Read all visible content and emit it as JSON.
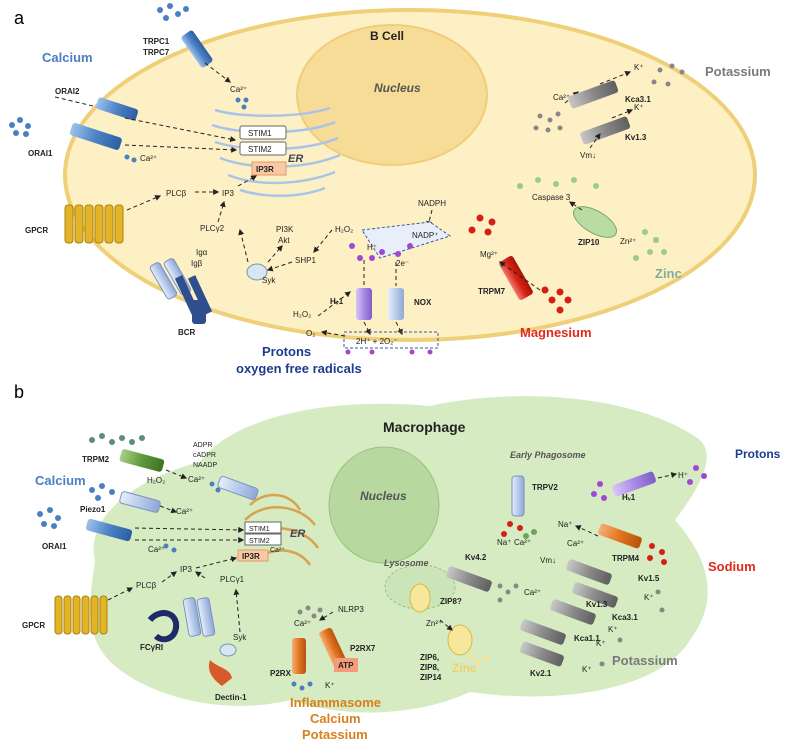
{
  "panel_a": {
    "letter": "a",
    "cell_title": "B Cell",
    "nucleus": "Nucleus",
    "er": "ER",
    "groups": {
      "calcium": "Calcium",
      "potassium": "Potassium",
      "zinc": "Zinc",
      "magnesium": "Magnesium",
      "protons_line1": "Protons",
      "protons_line2": "oxygen free radicals"
    },
    "labels": {
      "trpc1": "TRPC1",
      "trpc7": "TRPC7",
      "ca_top": "Ca²⁺",
      "orai2": "ORAI2",
      "orai1": "ORAI1",
      "stim1": "STIM1",
      "stim2": "STIM2",
      "ca_orai": "Ca²⁺",
      "ip3r": "IP3R",
      "gpcr": "GPCR",
      "plcb": "PLCβ",
      "ip3": "IP3",
      "plcg2": "PLCγ2",
      "iga": "Igα",
      "igb": "Igβ",
      "bcr": "BCR",
      "syk": "Syk",
      "pi3k": "PI3K",
      "akt": "Akt",
      "shp1": "SHP1",
      "h2o2_top": "H₂O₂",
      "h2o2_low": "H₂O₂",
      "o2": "O₂",
      "nadph": "NADPH",
      "nadp": "NADP⁺",
      "hplus": "H⁺",
      "two_e": "2e⁻",
      "hv1": "Hᵥ1",
      "nox": "NOX",
      "reaction": "2H⁺  +  2O₂⁻",
      "ca_kca": "Ca²⁺",
      "k1": "K⁺",
      "k2": "K⁺",
      "kca31": "Kca3.1",
      "kv13": "Kv1.3",
      "vm": "Vm↓",
      "caspase3": "Caspase 3",
      "zip10": "ZIP10",
      "zn": "Zn²⁺",
      "mg": "Mg²⁺",
      "trpm7": "TRPM7"
    }
  },
  "panel_b": {
    "letter": "b",
    "cell_title": "Macrophage",
    "nucleus": "Nucleus",
    "er": "ER",
    "early_phagosome": "Early Phagosome",
    "lysosome": "Lysosome",
    "groups": {
      "calcium": "Calcium",
      "protons": "Protons",
      "sodium": "Sodium",
      "potassium": "Potassium",
      "zinc": "Zinc",
      "inflammasome_line1": "Inflammasome",
      "inflammasome_line2": "Calcium",
      "inflammasome_line3": "Potassium"
    },
    "labels": {
      "adpr": "ADPR",
      "cadpr": "cADPR",
      "naadp": "NAADP",
      "trpm2": "TRPM2",
      "h2o2": "H₂O₂",
      "ca_trpm2": "Ca²⁺",
      "piezo1": "Piezo1",
      "ca_piezo": "Ca²⁺",
      "orai1": "ORAI1",
      "stim1": "STIM1",
      "stim2": "STIM2",
      "ca_orai": "Ca²⁺",
      "ip3r": "IP3R",
      "ca_er": "Ca²⁺",
      "ip3": "IP3",
      "plcg1": "PLCγ1",
      "plcb": "PLCβ",
      "gpcr": "GPCR",
      "fcgri": "FCγRI",
      "syk": "Syk",
      "dectin1": "Dectin-1",
      "ca_p2rx": "Ca²⁺",
      "nlrp3": "NLRP3",
      "atp": "ATP",
      "p2rx7": "P2RX7",
      "p2rx": "P2RX",
      "k_p2rx": "K⁺",
      "trpv2": "TRPV2",
      "na_trpv2": "Na⁺",
      "ca_trpv2": "Ca²⁺",
      "hv1": "Hᵥ1",
      "hplus": "H⁺",
      "na_trpm4": "Na⁺",
      "ca_trpm4": "Ca²⁺",
      "trpm4": "TRPM4",
      "vm": "Vm↓",
      "kv15": "Kv1.5",
      "k_kv15": "K⁺",
      "kv13": "Kv1.3",
      "ca_kca": "Ca²⁺",
      "kca31": "Kca3.1",
      "k_kca31": "K⁺",
      "kca11": "Kca1.1",
      "k_kca11": "K⁺",
      "kv21": "Kv2.1",
      "k_kv21": "K⁺",
      "kv42": "Kv4.2",
      "zip8q": "ZIP8?",
      "zn": "Zn²⁺",
      "zip_line1": "ZIP6,",
      "zip_line2": "ZIP8,",
      "zip_line3": "ZIP14"
    }
  },
  "colors": {
    "cell_a_fill": "#fdf0c4",
    "cell_a_stroke": "#efcf78",
    "nucleus_a": "#f6dc96",
    "cell_b_fill": "#d6ebc2",
    "nucleus_b": "#b7d9a0",
    "calcium": "#4a7fc3",
    "potassium": "#7a7a7a",
    "zinc": "#7fae9e",
    "magnesium": "#e02a1c",
    "protons": "#1d3c8e",
    "sodium": "#e02a1c",
    "inflammasome": "#d7801c",
    "zinc_b": "#f0d06a"
  }
}
